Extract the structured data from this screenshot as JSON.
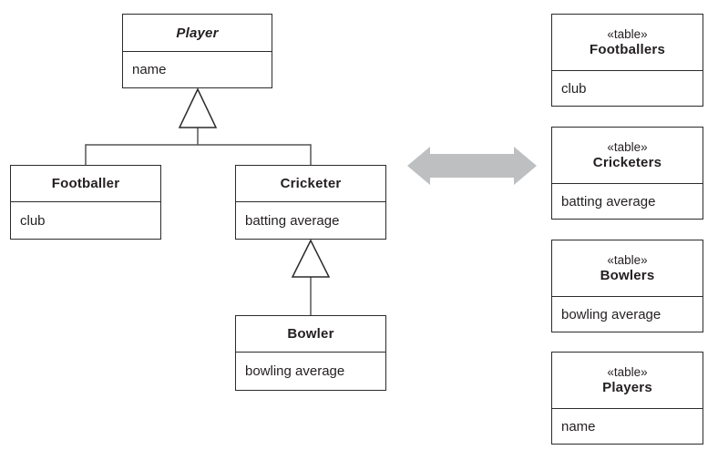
{
  "classes": [
    {
      "name": "Player",
      "abstract": true,
      "attributes": [
        "name"
      ]
    },
    {
      "name": "Footballer",
      "abstract": false,
      "attributes": [
        "club"
      ]
    },
    {
      "name": "Cricketer",
      "abstract": false,
      "attributes": [
        "batting average"
      ]
    },
    {
      "name": "Bowler",
      "abstract": false,
      "attributes": [
        "bowling average"
      ]
    }
  ],
  "tables": [
    {
      "stereotype": "«table»",
      "name": "Footballers",
      "columns": [
        "club"
      ]
    },
    {
      "stereotype": "«table»",
      "name": "Cricketers",
      "columns": [
        "batting average"
      ]
    },
    {
      "stereotype": "«table»",
      "name": "Bowlers",
      "columns": [
        "bowling average"
      ]
    },
    {
      "stereotype": "«table»",
      "name": "Players",
      "columns": [
        "name"
      ]
    }
  ],
  "relationships": [
    {
      "type": "generalization",
      "from": "Footballer",
      "to": "Player"
    },
    {
      "type": "generalization",
      "from": "Cricketer",
      "to": "Player"
    },
    {
      "type": "generalization",
      "from": "Bowler",
      "to": "Cricketer"
    }
  ],
  "mapping": {
    "symbol": "double-headed-horizontal-arrow"
  },
  "colors": {
    "arrow_fill": "#bdbfc1",
    "line": "#2b2b2b",
    "connector": "#555555",
    "background": "#ffffff",
    "text": "#231f20"
  }
}
